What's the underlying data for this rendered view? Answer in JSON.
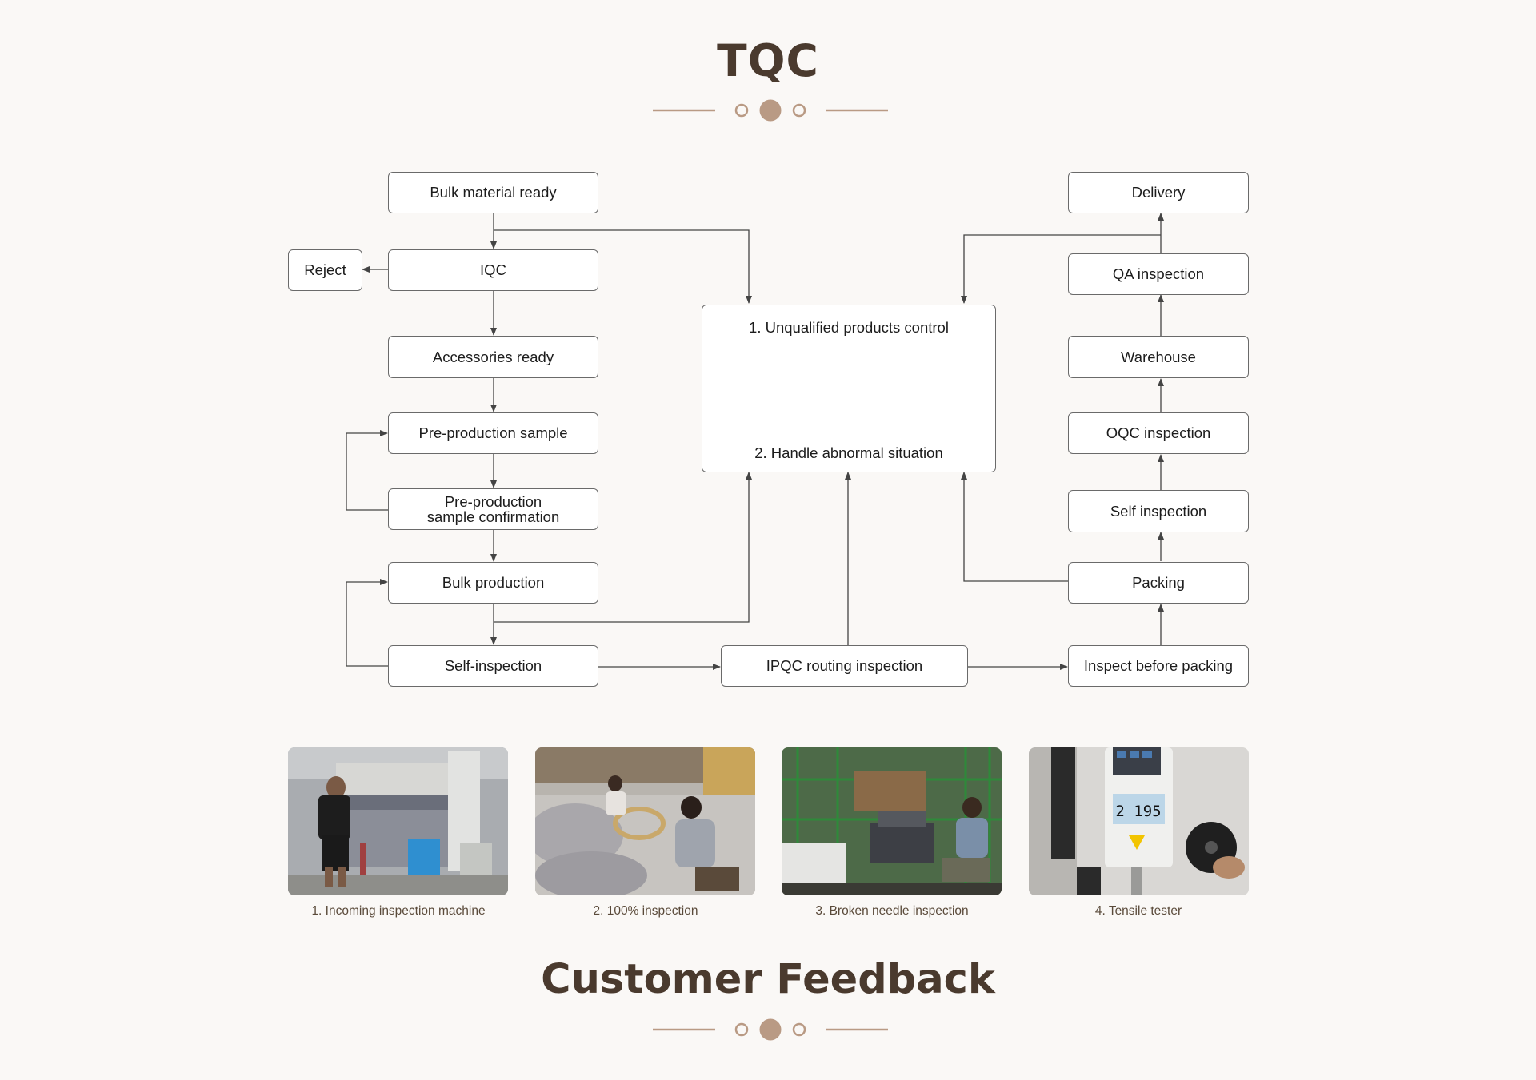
{
  "page": {
    "title": "TQC",
    "footer_title": "Customer Feedback"
  },
  "colors": {
    "accent": "#b99a84",
    "title": "#4a3a2e",
    "box_border": "#6a6a6a",
    "arrow": "#444444"
  },
  "flowchart": {
    "nodes": {
      "bulk_material_ready": "Bulk material ready",
      "iqc": "IQC",
      "reject": "Reject",
      "accessories_ready": "Accessories ready",
      "pre_production_sample": "Pre-production sample",
      "pre_production_confirmation_line1": "Pre-production",
      "pre_production_confirmation_line2": "sample confirmation",
      "bulk_production": "Bulk production",
      "self_inspection_left": "Self-inspection",
      "ipqc_routing": "IPQC routing inspection",
      "inspect_before_packing": "Inspect before packing",
      "packing": "Packing",
      "self_inspection_right": "Self inspection",
      "oqc_inspection": "OQC inspection",
      "warehouse": "Warehouse",
      "qa_inspection": "QA inspection",
      "delivery": "Delivery",
      "control_line1": "1. Unqualified products control",
      "control_line2": "2. Handle abnormal situation"
    }
  },
  "photos": [
    {
      "caption": "1. Incoming inspection machine",
      "icon": "photo-incoming-inspection-machine"
    },
    {
      "caption": "2. 100% inspection",
      "icon": "photo-100-percent-inspection"
    },
    {
      "caption": "3. Broken needle inspection",
      "icon": "photo-broken-needle-inspection"
    },
    {
      "caption": "4. Tensile tester",
      "icon": "photo-tensile-tester"
    }
  ],
  "tensile_display": "2 195"
}
